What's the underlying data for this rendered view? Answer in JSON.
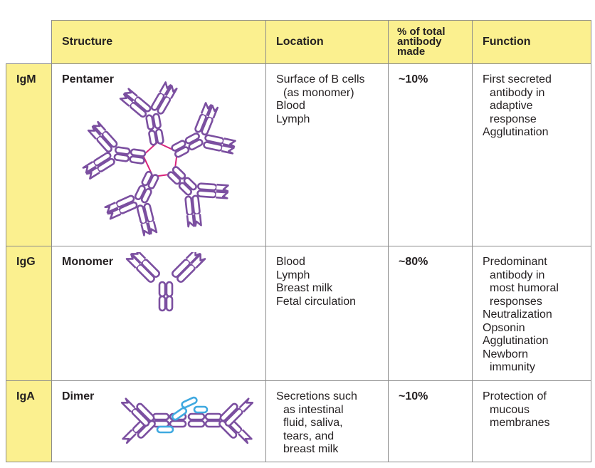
{
  "header": {
    "structure": "Structure",
    "location": "Location",
    "percent_line1": "% of total",
    "percent_line2": "antibody",
    "percent_line3": "made",
    "function": "Function"
  },
  "rows": [
    {
      "class": "IgM",
      "structure": "Pentamer",
      "location": [
        "Surface of B cells",
        "(as monomer)",
        "Blood",
        "Lymph"
      ],
      "percent": "~10%",
      "function": [
        "First secreted",
        "antibody in",
        "adaptive",
        "response",
        "Agglutination"
      ]
    },
    {
      "class": "IgG",
      "structure": "Monomer",
      "location": [
        "Blood",
        "Lymph",
        "Breast milk",
        "Fetal circulation"
      ],
      "percent": "~80%",
      "function": [
        "Predominant",
        "antibody in",
        "most humoral",
        "responses",
        "Neutralization",
        "Opsonin",
        "Agglutination",
        "Newborn",
        "immunity"
      ]
    },
    {
      "class": "IgA",
      "structure": "Dimer",
      "location": [
        "Secretions such",
        "as intestinal",
        "fluid, saliva,",
        "tears, and",
        "breast milk"
      ],
      "percent": "~10%",
      "function": [
        "Protection of",
        "mucous",
        "membranes"
      ]
    }
  ],
  "colors": {
    "header_bg": "#fbf08f",
    "antibody_stroke": "#7b4fa0",
    "j_chain_link": "#d9237b",
    "secretory_component": "#3fa9e0",
    "grid_line": "#8c8c8c"
  }
}
